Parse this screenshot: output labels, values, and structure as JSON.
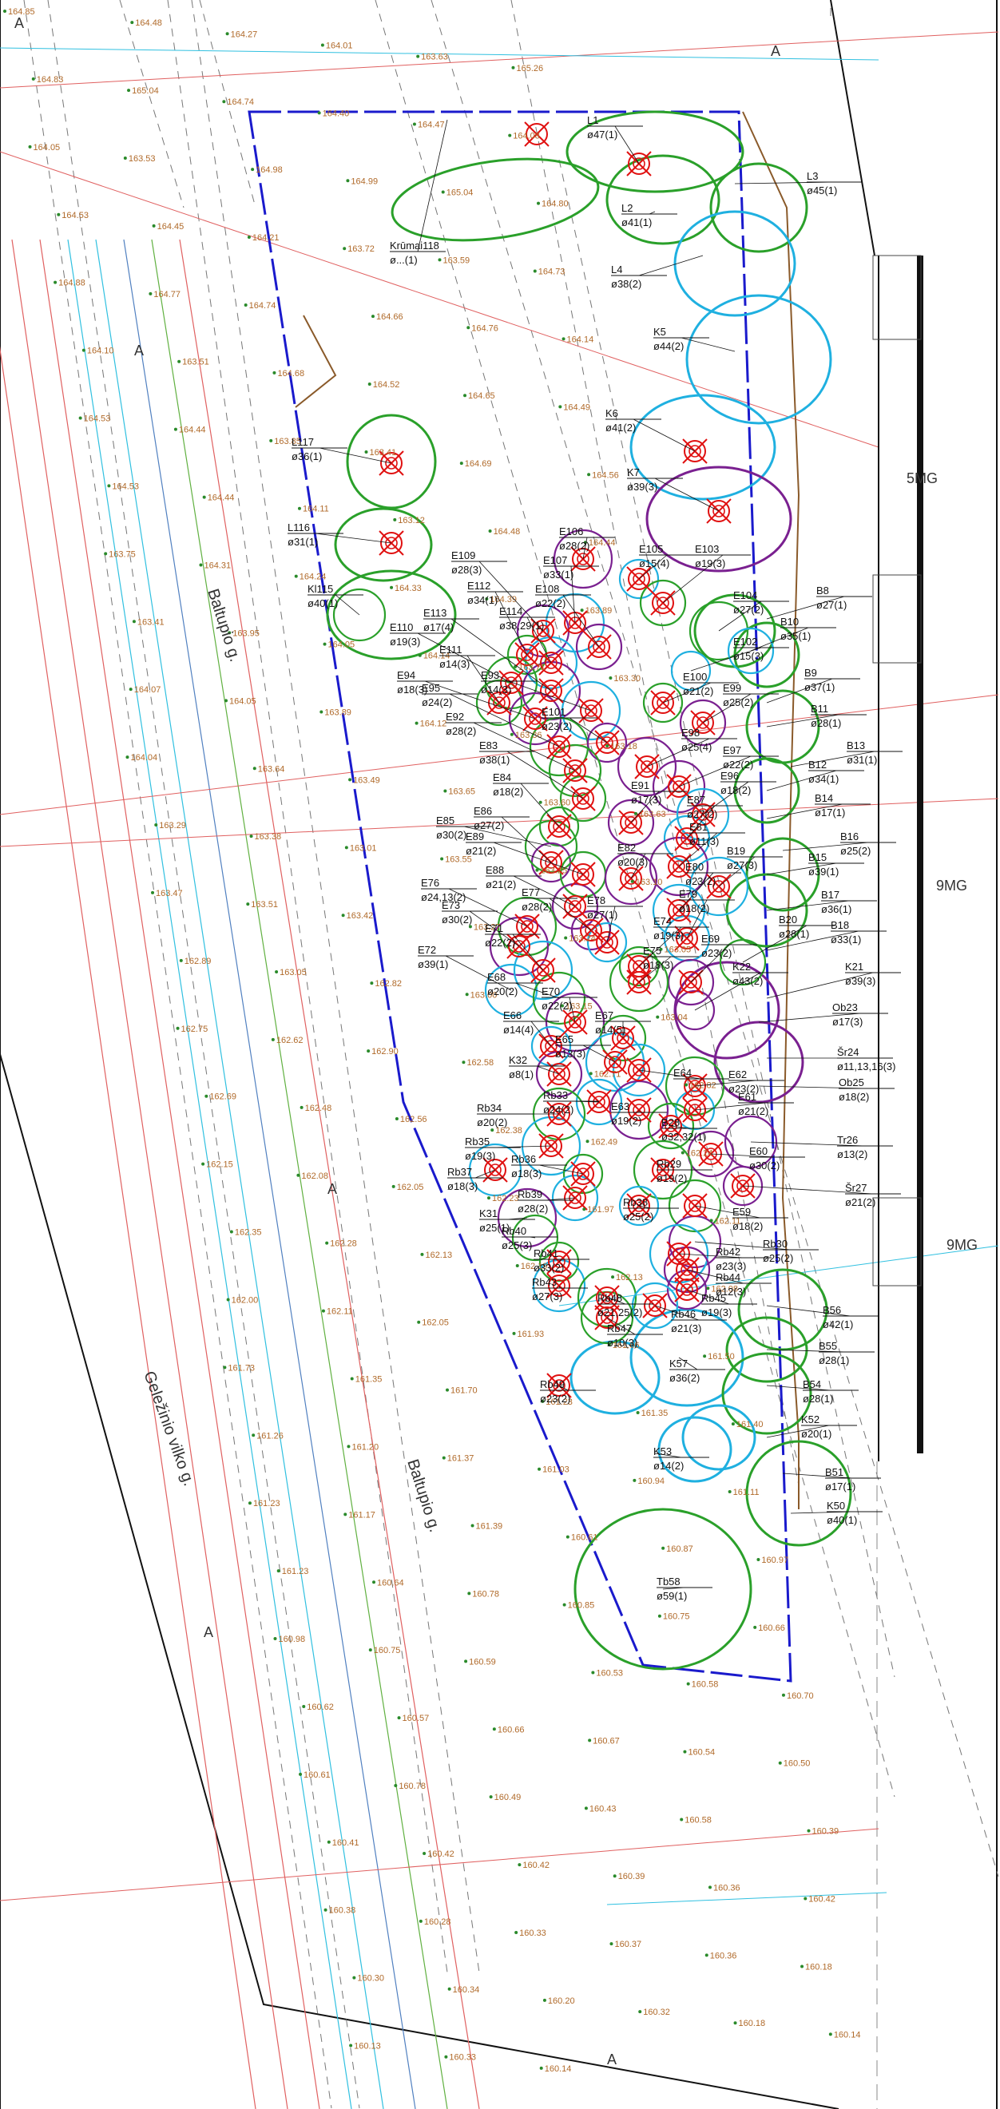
{
  "streets": [
    "Baltupio g.",
    "Baltupio g.",
    "Geležinio vilko g."
  ],
  "areas": [
    "A",
    "A",
    "A",
    "A",
    "A",
    "A"
  ],
  "buildings": [
    "5MG",
    "9MG",
    "9MG"
  ],
  "colors": {
    "boundary": "#1a1acc",
    "crown_preserved": "#2aa02a",
    "crown_cyan": "#1fb0e0",
    "crown_purple": "#7a2090",
    "removed_tree": "#e01010",
    "contour_red": "#e06060",
    "elevation_text": "#b06a2a",
    "gridline_black": "#222222"
  },
  "trees": [
    {
      "id": "Krūmai118",
      "d": "ø...(1)"
    },
    {
      "id": "L1",
      "d": "ø47(1)"
    },
    {
      "id": "L2",
      "d": "ø41(1)"
    },
    {
      "id": "L3",
      "d": "ø45(1)"
    },
    {
      "id": "L4",
      "d": "ø38(2)"
    },
    {
      "id": "K5",
      "d": "ø44(2)"
    },
    {
      "id": "K6",
      "d": "ø41(2)"
    },
    {
      "id": "K7",
      "d": "ø39(3)"
    },
    {
      "id": "L117",
      "d": "ø36(1)"
    },
    {
      "id": "L116",
      "d": "ø31(1)"
    },
    {
      "id": "Kl115",
      "d": "ø40(1)"
    },
    {
      "id": "E106",
      "d": "ø28(2)"
    },
    {
      "id": "E105",
      "d": "ø15(4)"
    },
    {
      "id": "E103",
      "d": "ø19(3)"
    },
    {
      "id": "E109",
      "d": "ø28(3)"
    },
    {
      "id": "E107",
      "d": "ø33(1)"
    },
    {
      "id": "E112",
      "d": "ø34(1)"
    },
    {
      "id": "E108",
      "d": "ø22(2)"
    },
    {
      "id": "E114",
      "d": "ø38,29(1)"
    },
    {
      "id": "E104",
      "d": "ø27(2)"
    },
    {
      "id": "B8",
      "d": "ø27(1)"
    },
    {
      "id": "B10",
      "d": "ø35(1)"
    },
    {
      "id": "E110",
      "d": "ø19(3)"
    },
    {
      "id": "E113",
      "d": "ø17(4)"
    },
    {
      "id": "E102",
      "d": "ø15(3)"
    },
    {
      "id": "E111",
      "d": "ø14(3)"
    },
    {
      "id": "E94",
      "d": "ø18(3)"
    },
    {
      "id": "E93",
      "d": "ø14(3)"
    },
    {
      "id": "E100",
      "d": "ø21(2)"
    },
    {
      "id": "E99",
      "d": "ø25(2)"
    },
    {
      "id": "B9",
      "d": "ø37(1)"
    },
    {
      "id": "E95",
      "d": "ø24(2)"
    },
    {
      "id": "E101",
      "d": "ø23(2)"
    },
    {
      "id": "B11",
      "d": "ø28(1)"
    },
    {
      "id": "E92",
      "d": "ø28(2)"
    },
    {
      "id": "E98",
      "d": "ø25(4)"
    },
    {
      "id": "B13",
      "d": "ø31(1)"
    },
    {
      "id": "E83",
      "d": "ø38(1)"
    },
    {
      "id": "E97",
      "d": "ø22(2)"
    },
    {
      "id": "B12",
      "d": "ø34(1)"
    },
    {
      "id": "E84",
      "d": "ø18(2)"
    },
    {
      "id": "E91",
      "d": "ø17(3)"
    },
    {
      "id": "E96",
      "d": "ø18(2)"
    },
    {
      "id": "B14",
      "d": "ø17(1)"
    },
    {
      "id": "E86",
      "d": "ø27(2)"
    },
    {
      "id": "E87",
      "d": "ø27(2)"
    },
    {
      "id": "E85",
      "d": "ø30(2)"
    },
    {
      "id": "E81",
      "d": "ø11(3)"
    },
    {
      "id": "B16",
      "d": "ø25(2)"
    },
    {
      "id": "E89",
      "d": "ø21(2)"
    },
    {
      "id": "E82",
      "d": "ø20(3)"
    },
    {
      "id": "B19",
      "d": "ø27(3)"
    },
    {
      "id": "B15",
      "d": "ø39(1)"
    },
    {
      "id": "E88",
      "d": "ø21(2)"
    },
    {
      "id": "E80",
      "d": "ø23(2)"
    },
    {
      "id": "E76",
      "d": "ø24,13(2)"
    },
    {
      "id": "E77",
      "d": "ø28(2)"
    },
    {
      "id": "E79",
      "d": "ø18(2)"
    },
    {
      "id": "B17",
      "d": "ø36(1)"
    },
    {
      "id": "E73",
      "d": "ø30(2)"
    },
    {
      "id": "E78",
      "d": "ø27(1)"
    },
    {
      "id": "B20",
      "d": "ø28(1)"
    },
    {
      "id": "B18",
      "d": "ø33(1)"
    },
    {
      "id": "E71",
      "d": "ø22(2)"
    },
    {
      "id": "E74",
      "d": "ø19(3)"
    },
    {
      "id": "E69",
      "d": "ø23(2)"
    },
    {
      "id": "E72",
      "d": "ø39(1)"
    },
    {
      "id": "E75",
      "d": "ø18(3)"
    },
    {
      "id": "K22",
      "d": "ø43(2)"
    },
    {
      "id": "K21",
      "d": "ø39(3)"
    },
    {
      "id": "E68",
      "d": "ø20(2)"
    },
    {
      "id": "E70",
      "d": "ø22(2)"
    },
    {
      "id": "E66",
      "d": "ø14(4)"
    },
    {
      "id": "E67",
      "d": "ø14(5)"
    },
    {
      "id": "Ob23",
      "d": "ø17(3)"
    },
    {
      "id": "E65",
      "d": "ø13(3)"
    },
    {
      "id": "Šr24",
      "d": "ø11,13,16(3)"
    },
    {
      "id": "K32",
      "d": "ø8(1)"
    },
    {
      "id": "E64",
      "d": ""
    },
    {
      "id": "E62",
      "d": "ø23(2)"
    },
    {
      "id": "Ob25",
      "d": "ø18(2)"
    },
    {
      "id": "Rb33",
      "d": "ø24(2)"
    },
    {
      "id": "Rb34",
      "d": "ø20(2)"
    },
    {
      "id": "E63",
      "d": "ø19(2)"
    },
    {
      "id": "E61",
      "d": "ø21(2)"
    },
    {
      "id": "B28",
      "d": "ø32,32(1)"
    },
    {
      "id": "Tr26",
      "d": "ø13(2)"
    },
    {
      "id": "Rb35",
      "d": "ø19(3)"
    },
    {
      "id": "Rb36",
      "d": "ø18(3)"
    },
    {
      "id": "E60",
      "d": "ø30(2)"
    },
    {
      "id": "Rb37",
      "d": "ø18(3)"
    },
    {
      "id": "Rb29",
      "d": "ø19(2)"
    },
    {
      "id": "Šr27",
      "d": "ø21(2)"
    },
    {
      "id": "Rb39",
      "d": "ø28(2)"
    },
    {
      "id": "E59",
      "d": "ø18(2)"
    },
    {
      "id": "K31",
      "d": "ø25(1)"
    },
    {
      "id": "Rb38",
      "d": "ø25(2)"
    },
    {
      "id": "Rb40",
      "d": "ø25(3)"
    },
    {
      "id": "Rb30",
      "d": "ø25(2)"
    },
    {
      "id": "Rb42",
      "d": "ø23(3)"
    },
    {
      "id": "Rb41",
      "d": "ø33(2)"
    },
    {
      "id": "Rb44",
      "d": "ø12(3)"
    },
    {
      "id": "Rb43",
      "d": "ø27(3)"
    },
    {
      "id": "Rb48",
      "d": "ø21,25(2)"
    },
    {
      "id": "Rb45",
      "d": "ø19(3)"
    },
    {
      "id": "Rb46",
      "d": "ø21(3)"
    },
    {
      "id": "Rb47",
      "d": "ø10(3)"
    },
    {
      "id": "B56",
      "d": "ø42(1)"
    },
    {
      "id": "B55",
      "d": "ø28(1)"
    },
    {
      "id": "K57",
      "d": "ø36(2)"
    },
    {
      "id": "Rb49",
      "d": "ø23(2)"
    },
    {
      "id": "B54",
      "d": "ø28(1)"
    },
    {
      "id": "K52",
      "d": "ø20(1)"
    },
    {
      "id": "K53",
      "d": "ø14(2)"
    },
    {
      "id": "B51",
      "d": "ø17(1)"
    },
    {
      "id": "K50",
      "d": "ø40(1)"
    },
    {
      "id": "Tb58",
      "d": "ø59(1)"
    }
  ],
  "elevations": [
    "164.85",
    "164.48",
    "164.27",
    "164.01",
    "163.63",
    "165.26",
    "164.83",
    "165.04",
    "164.74",
    "164.40",
    "164.47",
    "164.08",
    "164.05",
    "163.53",
    "164.98",
    "164.99",
    "165.04",
    "164.80",
    "164.53",
    "164.45",
    "164.21",
    "163.72",
    "163.59",
    "164.73",
    "164.88",
    "164.77",
    "164.74",
    "164.66",
    "164.76",
    "164.14",
    "164.10",
    "163.51",
    "164.68",
    "164.52",
    "164.65",
    "164.49",
    "164.53",
    "164.44",
    "163.85",
    "163.41",
    "164.69",
    "164.56",
    "164.53",
    "164.44",
    "164.11",
    "163.12",
    "164.48",
    "164.44",
    "163.75",
    "164.31",
    "164.24",
    "164.33",
    "164.39",
    "163.89",
    "163.41",
    "163.95",
    "164.05",
    "164.14",
    "163.71",
    "163.30",
    "164.07",
    "164.05",
    "163.89",
    "164.12",
    "163.36",
    "163.18",
    "164.04",
    "163.64",
    "163.49",
    "163.65",
    "163.60",
    "163.63",
    "163.29",
    "163.38",
    "163.01",
    "163.55",
    "163.25",
    "163.10",
    "163.47",
    "163.51",
    "163.42",
    "163.27",
    "163.24",
    "163.05",
    "162.89",
    "163.05",
    "162.82",
    "163.00",
    "163.15",
    "163.04",
    "162.75",
    "162.62",
    "162.90",
    "162.58",
    "162.71",
    "162.82",
    "162.69",
    "162.48",
    "162.56",
    "162.38",
    "162.49",
    "162.24",
    "162.15",
    "162.08",
    "162.05",
    "162.23",
    "161.97",
    "162.11",
    "162.35",
    "162.28",
    "162.13",
    "162.19",
    "162.13",
    "162.08",
    "162.00",
    "162.11",
    "162.05",
    "161.93",
    "161.66",
    "161.50",
    "161.73",
    "161.35",
    "161.70",
    "161.23",
    "161.35",
    "161.40",
    "161.26",
    "161.20",
    "161.37",
    "161.03",
    "160.94",
    "161.11",
    "161.23",
    "161.17",
    "161.39",
    "160.61",
    "160.87",
    "160.97",
    "161.23",
    "160.64",
    "160.78",
    "160.85",
    "160.75",
    "160.66",
    "160.98",
    "160.75",
    "160.59",
    "160.53",
    "160.58",
    "160.70",
    "160.62",
    "160.57",
    "160.66",
    "160.67",
    "160.54",
    "160.50",
    "160.61",
    "160.78",
    "160.49",
    "160.43",
    "160.58",
    "160.39",
    "160.41",
    "160.42",
    "160.42",
    "160.39",
    "160.36",
    "160.42",
    "160.38",
    "160.28",
    "160.33",
    "160.37",
    "160.36",
    "160.18",
    "160.30",
    "160.34",
    "160.20",
    "160.32",
    "160.18",
    "160.14",
    "160.13",
    "160.33",
    "160.14"
  ]
}
